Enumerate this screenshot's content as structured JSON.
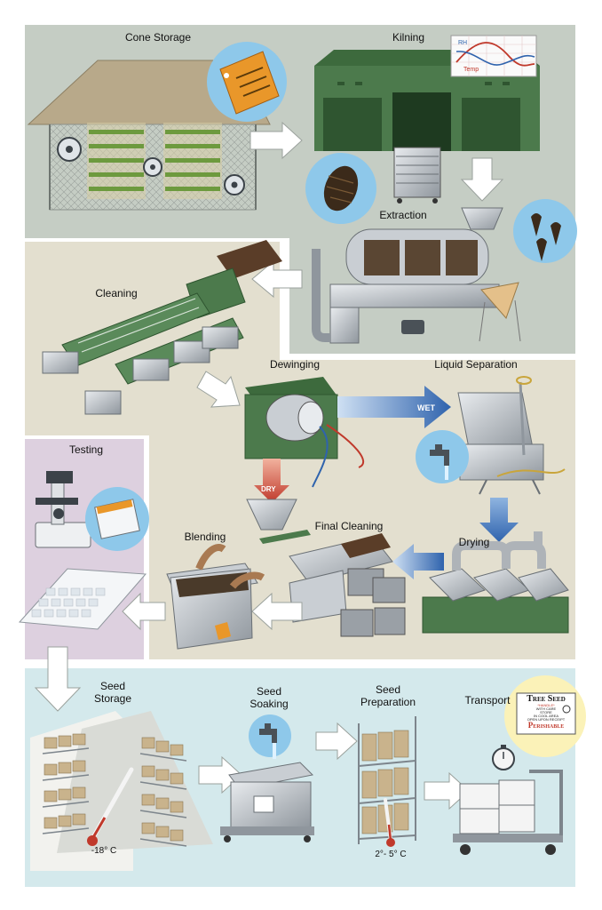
{
  "colors": {
    "panel_top": "#c5cdc4",
    "panel_middle": "#e3dfcf",
    "panel_testing": "#ddd0df",
    "panel_bottom": "#d4e9ec",
    "machine_green": "#4c7a4c",
    "steel": "#b9bec4",
    "arrow_blue": "#3d6fb3",
    "arrow_red": "#c0392b",
    "tag_orange": "#e9972a"
  },
  "stages": {
    "cone_storage": "Cone Storage",
    "kilning": "Kilning",
    "extraction": "Extraction",
    "cleaning": "Cleaning",
    "dewinging": "Dewinging",
    "liquid_separation": "Liquid Separation",
    "testing": "Testing",
    "blending": "Blending",
    "final_cleaning": "Final Cleaning",
    "drying": "Drying",
    "seed_storage": "Seed\nStorage",
    "seed_soaking": "Seed\nSoaking",
    "seed_preparation": "Seed\nPreparation",
    "transport": "Transport"
  },
  "kiln_chart": {
    "rh_label": "RH",
    "temp_label": "Temp"
  },
  "flow_labels": {
    "wet": "WET",
    "dry": "DRY"
  },
  "temperatures": {
    "storage": "-18° C",
    "preparation": "2°- 5° C"
  },
  "shipping_label": {
    "title": "Tree Seed",
    "line1": "*HANDLE*",
    "line2": "WITH CARE",
    "line3": "STORE",
    "line4": "IN COOL AREA",
    "line5": "OPEN UPON RECEIPT",
    "footer": "Perishable"
  }
}
